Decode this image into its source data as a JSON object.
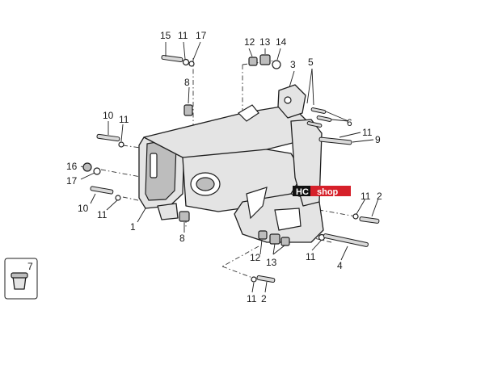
{
  "labels": {
    "l15": "15",
    "l11_top": "11",
    "l17_top": "17",
    "l12_top": "12",
    "l13_top": "13",
    "l14": "14",
    "l3": "3",
    "l5": "5",
    "l6": "6",
    "l8_top": "8",
    "l10_top": "10",
    "l11_left": "11",
    "l11_right": "11",
    "l9": "9",
    "l16": "16",
    "l17_left": "17",
    "l10_bottom": "10",
    "l11_midleft": "11",
    "l1": "1",
    "l8_bottom": "8",
    "l11_r2": "11",
    "l2_right": "2",
    "l12_bottom": "12",
    "l13_bottom": "13",
    "l11_bottomright": "11",
    "l4": "4",
    "l11_bottom": "11",
    "l2_bottom": "2",
    "l7": "7"
  },
  "watermark": {
    "left": "HC",
    "right": "shop",
    "left_color": "#111111",
    "right_color": "#d6202a"
  }
}
